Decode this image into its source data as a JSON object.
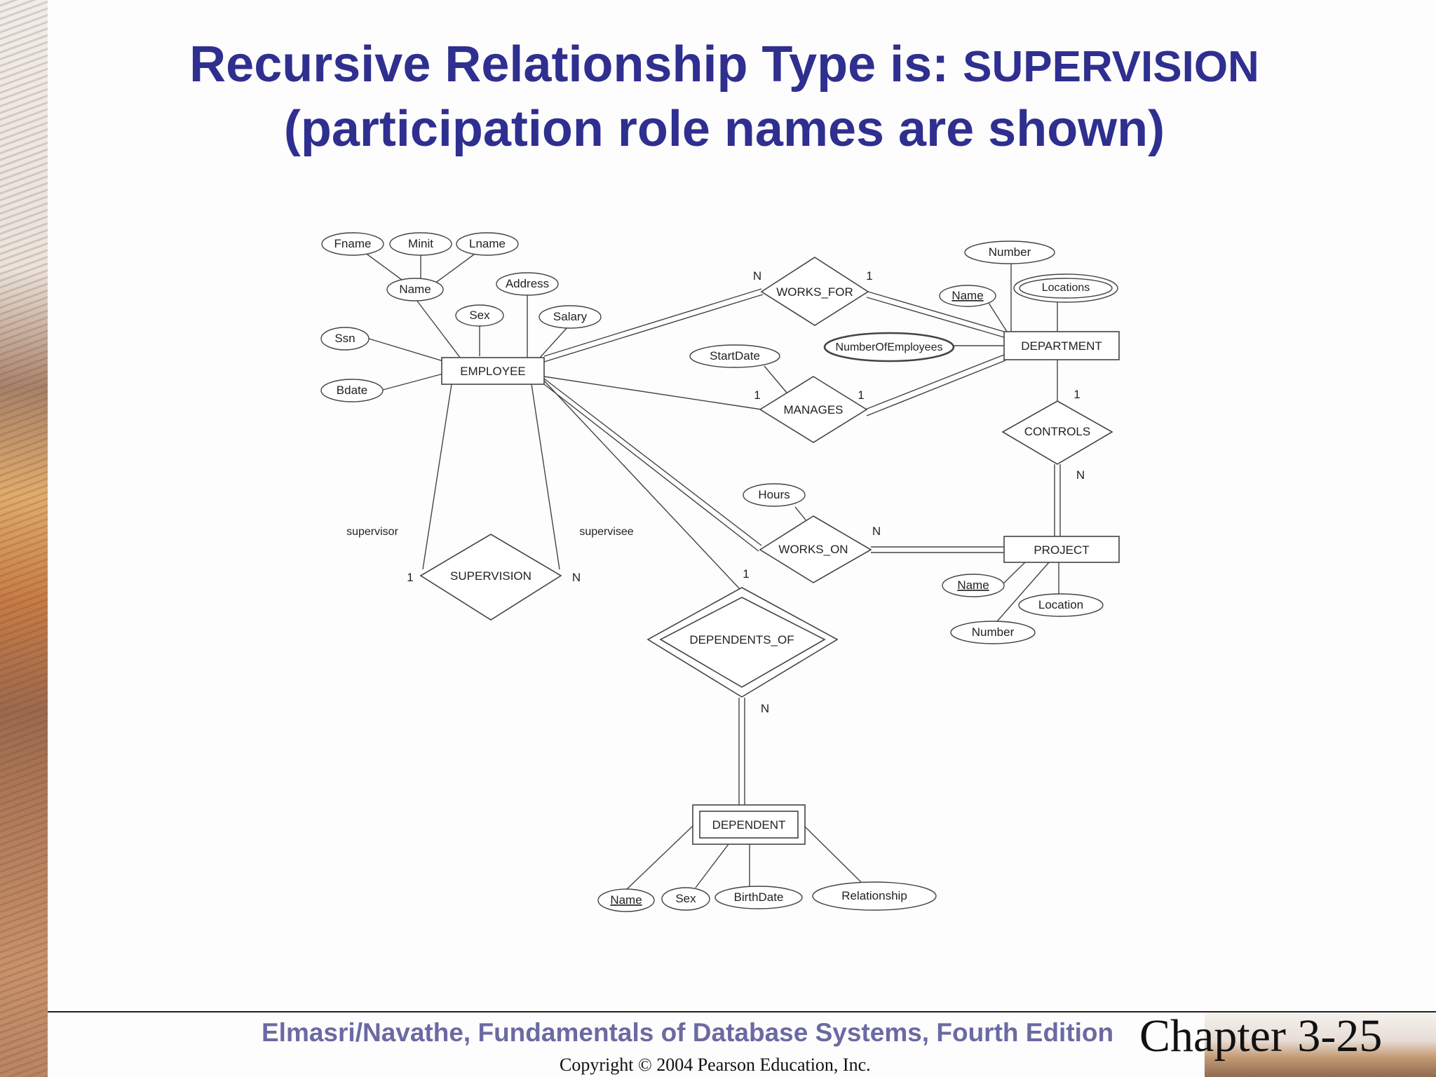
{
  "slide": {
    "title_main": "Recursive Relationship Type is: ",
    "title_emph": "SUPERVISION",
    "title_line2": "(participation role names are shown)"
  },
  "diagram": {
    "entities": {
      "employee": "EMPLOYEE",
      "department": "DEPARTMENT",
      "project": "PROJECT",
      "dependent": "DEPENDENT"
    },
    "relationships": {
      "works_for": "WORKS_FOR",
      "manages": "MANAGES",
      "controls": "CONTROLS",
      "works_on": "WORKS_ON",
      "supervision": "SUPERVISION",
      "dependents_of": "DEPENDENTS_OF"
    },
    "attributes": {
      "fname": "Fname",
      "minit": "Minit",
      "lname": "Lname",
      "emp_name": "Name",
      "address": "Address",
      "sex": "Sex",
      "salary": "Salary",
      "ssn": "Ssn",
      "bdate": "Bdate",
      "dept_number": "Number",
      "dept_name": "Name",
      "locations": "Locations",
      "number_of_employees": "NumberOfEmployees",
      "start_date": "StartDate",
      "hours": "Hours",
      "proj_name": "Name",
      "proj_location": "Location",
      "proj_number": "Number",
      "dep_name": "Name",
      "dep_sex": "Sex",
      "birth_date": "BirthDate",
      "relationship": "Relationship"
    },
    "roles": {
      "supervisor": "supervisor",
      "supervisee": "supervisee"
    },
    "cardinalities": {
      "works_for_emp": "N",
      "works_for_dept": "1",
      "manages_emp": "1",
      "manages_dept": "1",
      "controls_dept": "1",
      "controls_proj": "N",
      "works_on_proj": "N",
      "supervision_supervisor": "1",
      "supervision_supervisee": "N",
      "dependents_of_emp": "1",
      "dependents_of_dep": "N"
    }
  },
  "footer": {
    "credit": "Elmasri/Navathe, Fundamentals of Database Systems, Fourth Edition",
    "copyright": "Copyright © 2004 Pearson Education, Inc.",
    "chapter": "Chapter 3-25"
  }
}
